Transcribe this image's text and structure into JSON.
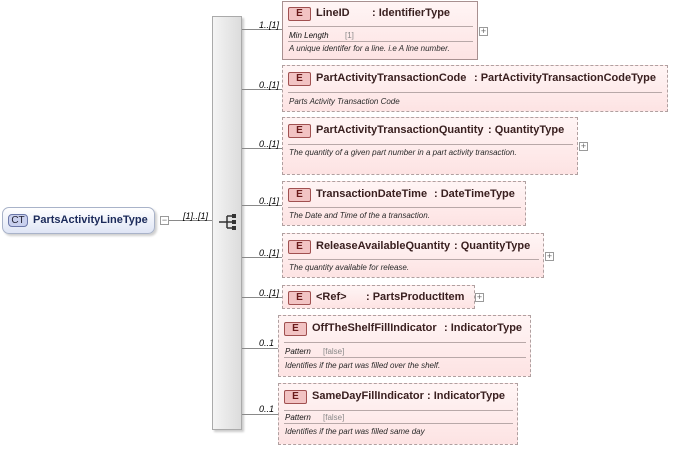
{
  "complex_type": {
    "badge": "CT",
    "name": "PartsActivityLineType",
    "multiplicity": "[1]..[1]"
  },
  "elements": [
    {
      "badge": "E",
      "name": "LineID",
      "type": ": IdentifierType",
      "multiplicity": "1..[1]",
      "facet_label": "Min Length",
      "facet_value": "[1]",
      "description": "A unique identifer for a line. i.e A line number."
    },
    {
      "badge": "E",
      "name": "PartActivityTransactionCode",
      "type": ": PartActivityTransactionCodeType",
      "multiplicity": "0..[1]",
      "description": "Parts Activity Transaction Code"
    },
    {
      "badge": "E",
      "name": "PartActivityTransactionQuantity",
      "type": ": QuantityType",
      "multiplicity": "0..[1]",
      "description": "The quantity of a given part number in a part activity transaction."
    },
    {
      "badge": "E",
      "name": "TransactionDateTime",
      "type": ": DateTimeType",
      "multiplicity": "0..[1]",
      "description": "The Date and Time of the a transaction."
    },
    {
      "badge": "E",
      "name": "ReleaseAvailableQuantity",
      "type": ": QuantityType",
      "multiplicity": "0..[1]",
      "description": "The quantity available for release."
    },
    {
      "badge": "E",
      "name": "<Ref>",
      "type": ": PartsProductItem",
      "multiplicity": "0..[1]"
    },
    {
      "badge": "E",
      "name": "OffTheShelfFillIndicator",
      "type": ": IndicatorType",
      "multiplicity": "0..1",
      "facet_label": "Pattern",
      "facet_value": "[false]",
      "description": "Identifies if the part was filled over the shelf."
    },
    {
      "badge": "E",
      "name": "SameDayFillIndicator",
      "type": ": IndicatorType",
      "multiplicity": "0..1",
      "facet_label": "Pattern",
      "facet_value": "[false]",
      "description": "Identifies if the part was filled same day"
    }
  ]
}
